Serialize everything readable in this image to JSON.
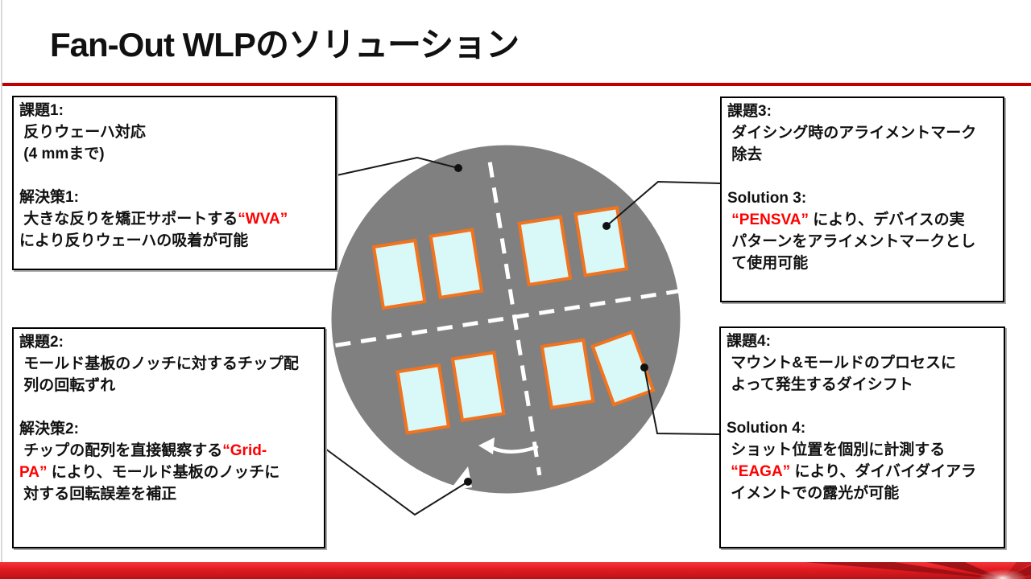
{
  "slide": {
    "title": "Fan-Out WLPのソリューション"
  },
  "colors": {
    "accent_rule_red": "#c00000",
    "keyword_red": "#ff0000",
    "wafer_gray": "#808080",
    "chip_fill": "#d9f8f8",
    "chip_border": "#f2731d",
    "footer_red": "#e01b20",
    "footer_dark_red": "#8c0d10"
  },
  "boxes": [
    {
      "id": "issue1",
      "lines": [
        [
          {
            "t": "課題1:"
          }
        ],
        [
          {
            "t": " 反りウェーハ対応"
          }
        ],
        [
          {
            "t": " (4 mmまで)"
          }
        ],
        [],
        [
          {
            "t": "解決策1:"
          }
        ],
        [
          {
            "t": " 大きな反りを矯正サポートする"
          },
          {
            "t": "“WVA”",
            "red": true
          }
        ],
        [
          {
            "t": "により反りウェーハの吸着が可能"
          }
        ]
      ]
    },
    {
      "id": "issue2",
      "lines": [
        [
          {
            "t": "課題2:"
          }
        ],
        [
          {
            "t": " モールド基板のノッチに対するチップ配"
          }
        ],
        [
          {
            "t": " 列の回転ずれ"
          }
        ],
        [],
        [
          {
            "t": "解決策2:"
          }
        ],
        [
          {
            "t": " チップの配列を直接観察する"
          },
          {
            "t": "“Grid-",
            "red": true
          }
        ],
        [
          {
            "t": "PA”",
            "red": true
          },
          {
            "t": " により、モールド基板のノッチに"
          }
        ],
        [
          {
            "t": " 対する回転誤差を補正"
          }
        ]
      ]
    },
    {
      "id": "issue3",
      "lines": [
        [
          {
            "t": "課題3:"
          }
        ],
        [
          {
            "t": " ダイシング時のアライメントマーク"
          }
        ],
        [
          {
            "t": " 除去"
          }
        ],
        [],
        [
          {
            "t": "Solution 3:"
          }
        ],
        [
          {
            "t": " "
          },
          {
            "t": "“PENSVA”",
            "red": true
          },
          {
            "t": " により、デバイスの実"
          }
        ],
        [
          {
            "t": " パターンをアライメントマークとし"
          }
        ],
        [
          {
            "t": " て使用可能"
          }
        ]
      ]
    },
    {
      "id": "issue4",
      "lines": [
        [
          {
            "t": "課題4:"
          }
        ],
        [
          {
            "t": " マウント&モールドのプロセスに"
          }
        ],
        [
          {
            "t": " よって発生するダイシフト"
          }
        ],
        [],
        [
          {
            "t": "Solution 4:"
          }
        ],
        [
          {
            "t": " ショット位置を個別に計測する"
          }
        ],
        [
          {
            "t": " "
          },
          {
            "t": "“EAGA”",
            "red": true
          },
          {
            "t": " により、ダイバイダイアラ"
          }
        ],
        [
          {
            "t": " イメントでの露光が可能"
          }
        ]
      ]
    }
  ]
}
